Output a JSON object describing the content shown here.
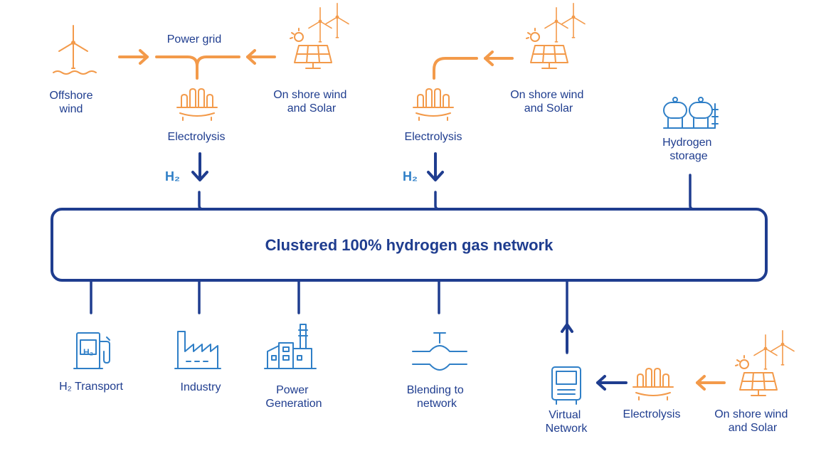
{
  "network": {
    "title": "Clustered 100% hydrogen gas network"
  },
  "supply_left": {
    "offshore": "Offshore\nwind",
    "grid": "Power grid",
    "onshore": "On shore wind\nand Solar",
    "electrolysis": "Electrolysis",
    "h2": "H₂"
  },
  "supply_mid": {
    "onshore": "On shore wind\nand Solar",
    "electrolysis": "Electrolysis",
    "h2": "H₂"
  },
  "storage": {
    "label": "Hydrogen\nstorage"
  },
  "uses": {
    "transport": "H₂ Transport",
    "transport_icon_text": "H₂",
    "industry": "Industry",
    "power": "Power\nGeneration",
    "blending": "Blending to\nnetwork",
    "virtual": "Virtual\nNetwork",
    "electrolysis": "Electrolysis",
    "onshore": "On shore wind\nand Solar"
  },
  "colors": {
    "orange": "#f39a4a",
    "navy": "#1f3d8f",
    "blue": "#2f7fc7"
  }
}
